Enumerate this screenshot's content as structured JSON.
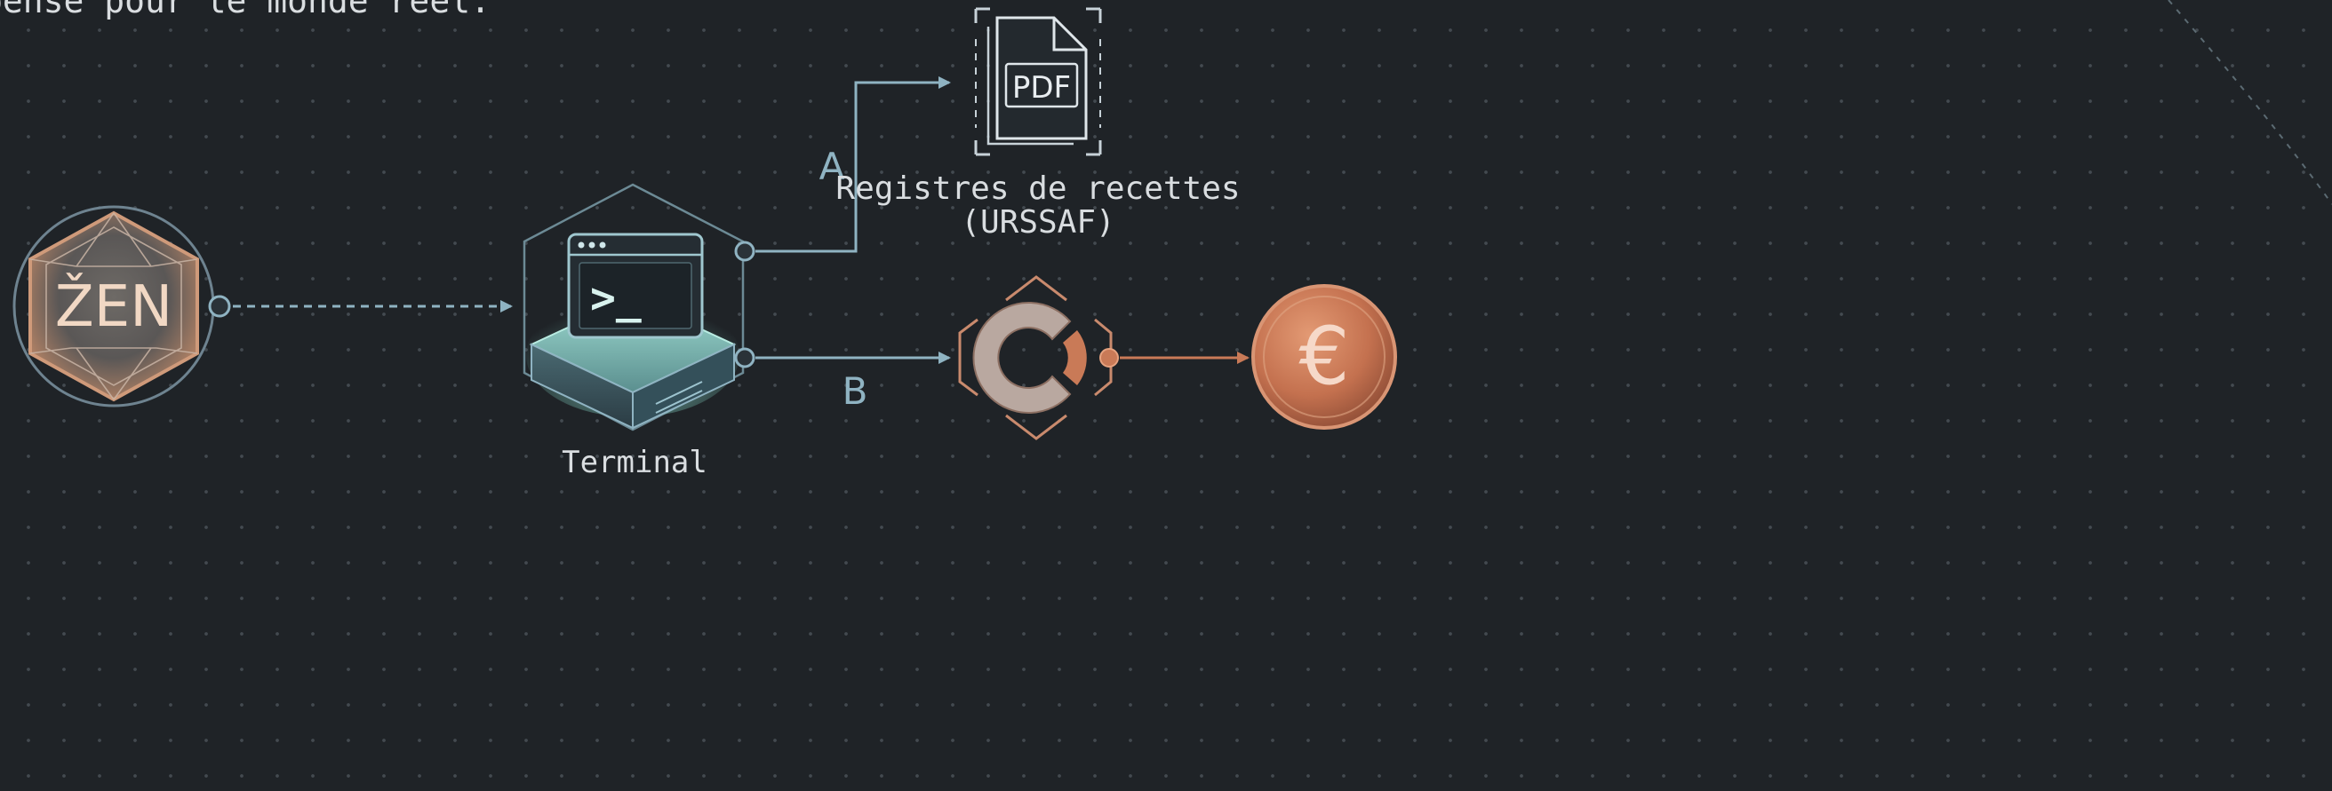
{
  "intro_text": "pensé pour le monde réel.",
  "nodes": {
    "zen_badge": {
      "label": "ŽEN"
    },
    "terminal": {
      "label": "Terminal",
      "prompt": ">_"
    },
    "pdf_document": {
      "icon_text": "PDF",
      "label_line1": "Registres de recettes",
      "label_line2": "(URSSAF)"
    },
    "payment_processor": {
      "icon": "payment-processor-logo-icon"
    },
    "euro_coin": {
      "symbol": "€"
    }
  },
  "edges": {
    "path_a": {
      "label": "A"
    },
    "path_b": {
      "label": "B"
    }
  },
  "colors": {
    "background": "#1f2327",
    "line": "#8fb3c2",
    "copper": "#c97a57",
    "terminal_glow": "#7ad9c6",
    "text": "#d9dde0"
  }
}
